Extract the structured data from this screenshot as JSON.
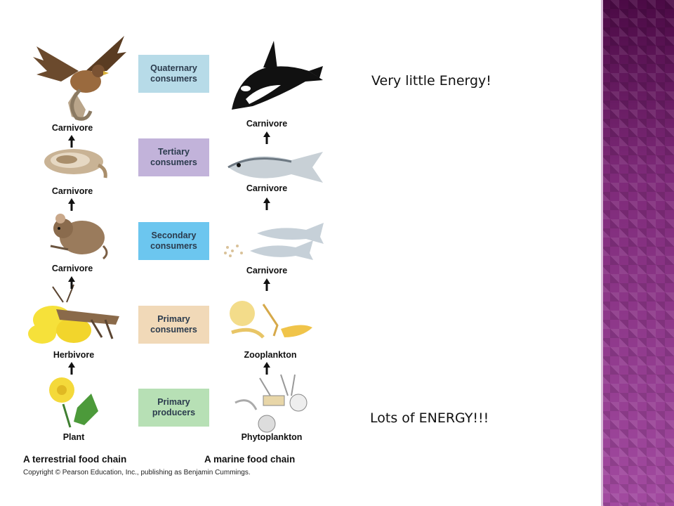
{
  "levels": [
    {
      "label": "Quaternary\nconsumers",
      "color": "#b7dbe8"
    },
    {
      "label": "Tertiary\nconsumers",
      "color": "#c2b3da"
    },
    {
      "label": "Secondary\nconsumers",
      "color": "#6cc6ef"
    },
    {
      "label": "Primary\nconsumers",
      "color": "#f1d9b8"
    },
    {
      "label": "Primary\nproducers",
      "color": "#b7e0b5"
    }
  ],
  "terrestrial": {
    "title": "A terrestrial food chain",
    "labels": [
      "Carnivore",
      "Carnivore",
      "Carnivore",
      "Herbivore",
      "Plant"
    ],
    "organisms": [
      "hawk",
      "snake",
      "mouse",
      "grasshopper",
      "plant"
    ]
  },
  "marine": {
    "title": "A marine food chain",
    "labels": [
      "Carnivore",
      "Carnivore",
      "Carnivore",
      "Zooplankton",
      "Phytoplankton"
    ],
    "organisms": [
      "orca",
      "tuna",
      "small-fish",
      "zooplankton",
      "phytoplankton"
    ]
  },
  "copyright": "Copyright © Pearson Education, Inc., publishing as Benjamin Cummings.",
  "energy": {
    "top": "Very little Energy!",
    "bottom": "Lots of ENERGY!!!"
  }
}
